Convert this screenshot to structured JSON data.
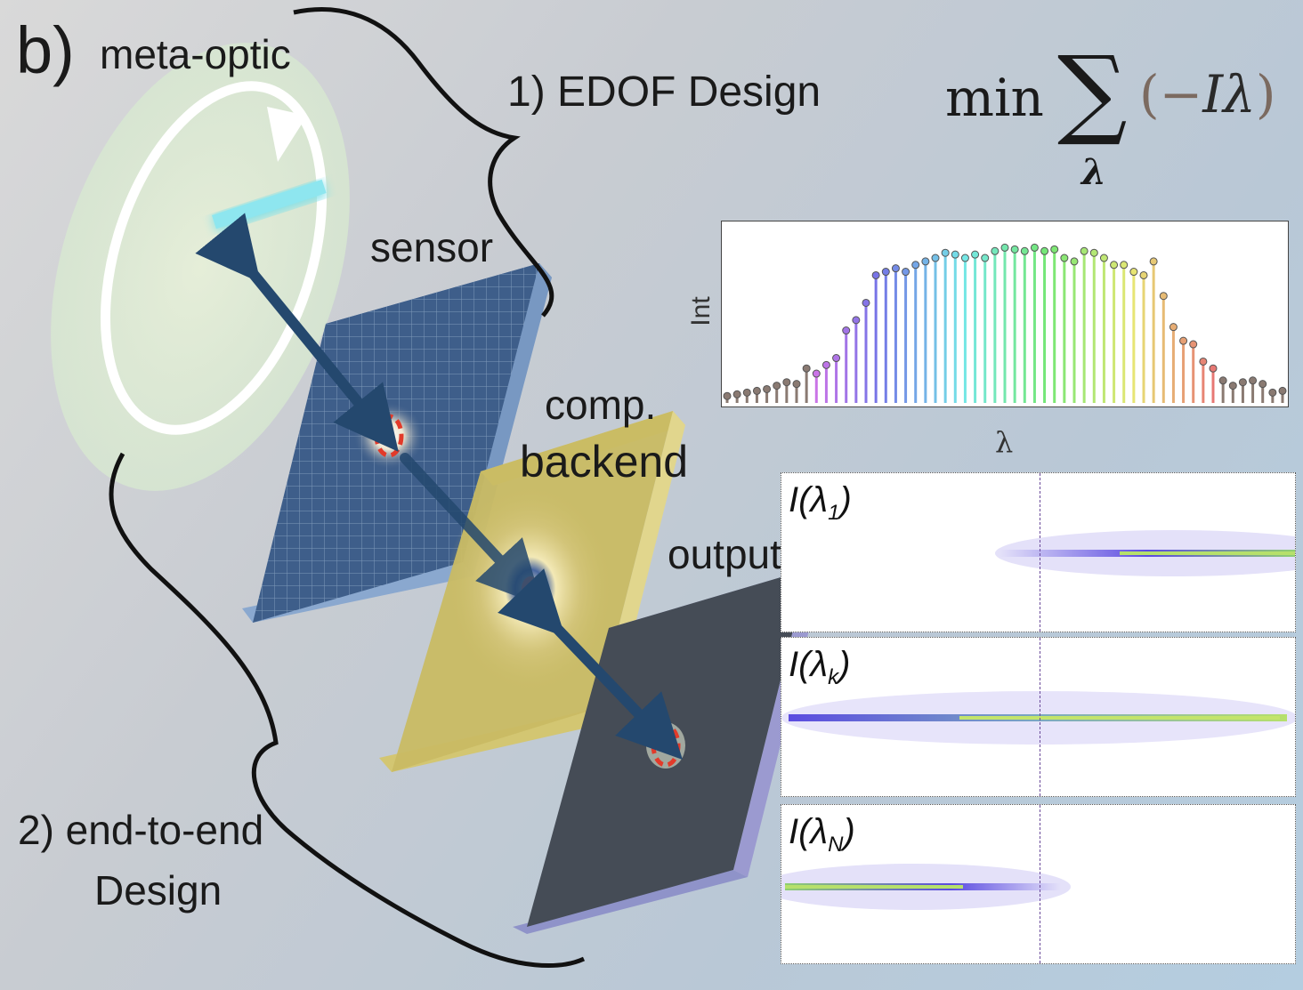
{
  "panel_label": "b)",
  "labels": {
    "meta_optic": "meta-optic",
    "sensor": "sensor",
    "comp": "comp.",
    "backend": "backend",
    "output": "output",
    "edof_design": "1) EDOF Design",
    "e2e_line1": "2) end-to-end",
    "e2e_line2": "Design"
  },
  "formula": {
    "min": "min",
    "sum": "∑",
    "subscript": "λ",
    "open": "(−",
    "var": "Iλ",
    "close": ")"
  },
  "spectrum_plot": {
    "ylabel": "Int",
    "xlabel": "λ",
    "intensities": [
      0.04,
      0.05,
      0.06,
      0.07,
      0.08,
      0.1,
      0.12,
      0.11,
      0.2,
      0.17,
      0.22,
      0.26,
      0.42,
      0.48,
      0.58,
      0.74,
      0.76,
      0.78,
      0.76,
      0.8,
      0.82,
      0.84,
      0.87,
      0.86,
      0.84,
      0.86,
      0.84,
      0.88,
      0.9,
      0.89,
      0.88,
      0.9,
      0.88,
      0.89,
      0.84,
      0.82,
      0.88,
      0.87,
      0.84,
      0.8,
      0.8,
      0.76,
      0.74,
      0.82,
      0.62,
      0.44,
      0.36,
      0.34,
      0.24,
      0.2,
      0.13,
      0.1,
      0.12,
      0.13,
      0.11,
      0.06,
      0.07
    ]
  },
  "psf_panels": [
    {
      "label": "I(λ",
      "sub": "1",
      "tail": ")",
      "position": "right"
    },
    {
      "label": "I(λ",
      "sub": "k",
      "tail": ")",
      "position": "full"
    },
    {
      "label": "I(λ",
      "sub": "N",
      "tail": ")",
      "position": "left"
    }
  ],
  "colors": {
    "sensor": "#3e5e8a",
    "backend": "#c9bb63",
    "output": "#454c56",
    "arrow": "#24486e",
    "lens_glow": "#74dccd"
  }
}
